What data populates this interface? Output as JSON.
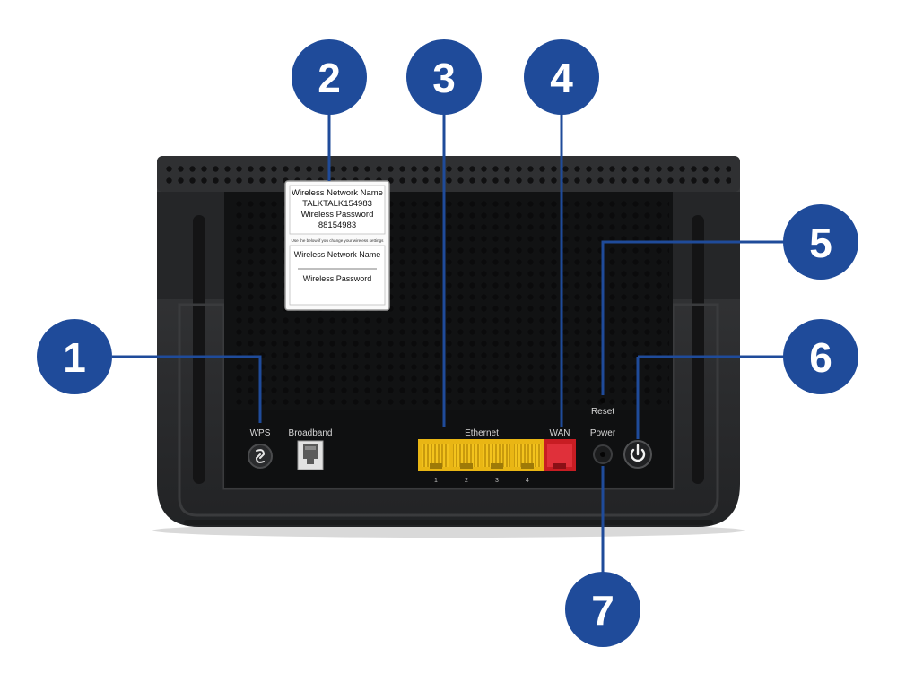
{
  "label": {
    "network_name_heading": "Wireless Network Name",
    "network_name_value": "TALKTALK154983",
    "password_heading": "Wireless Password",
    "password_value": "88154983",
    "small_note": "Use the below if you change your wireless settings",
    "custom_name_label": "Wireless Network Name",
    "custom_password_label": "Wireless Password"
  },
  "ports": {
    "wps": "WPS",
    "broadband": "Broadband",
    "ethernet": "Ethernet",
    "ethernet_numbers": [
      "1",
      "2",
      "3",
      "4"
    ],
    "wan": "WAN",
    "reset": "Reset",
    "power": "Power"
  },
  "callouts": [
    "1",
    "2",
    "3",
    "4",
    "5",
    "6",
    "7"
  ],
  "colors": {
    "callout_fill": "#1f4b9a",
    "leader_line": "#1f4b9a",
    "router_body": "#2b2c2e",
    "ethernet_ports": "#f1c21b",
    "wan_port": "#d11f26"
  }
}
